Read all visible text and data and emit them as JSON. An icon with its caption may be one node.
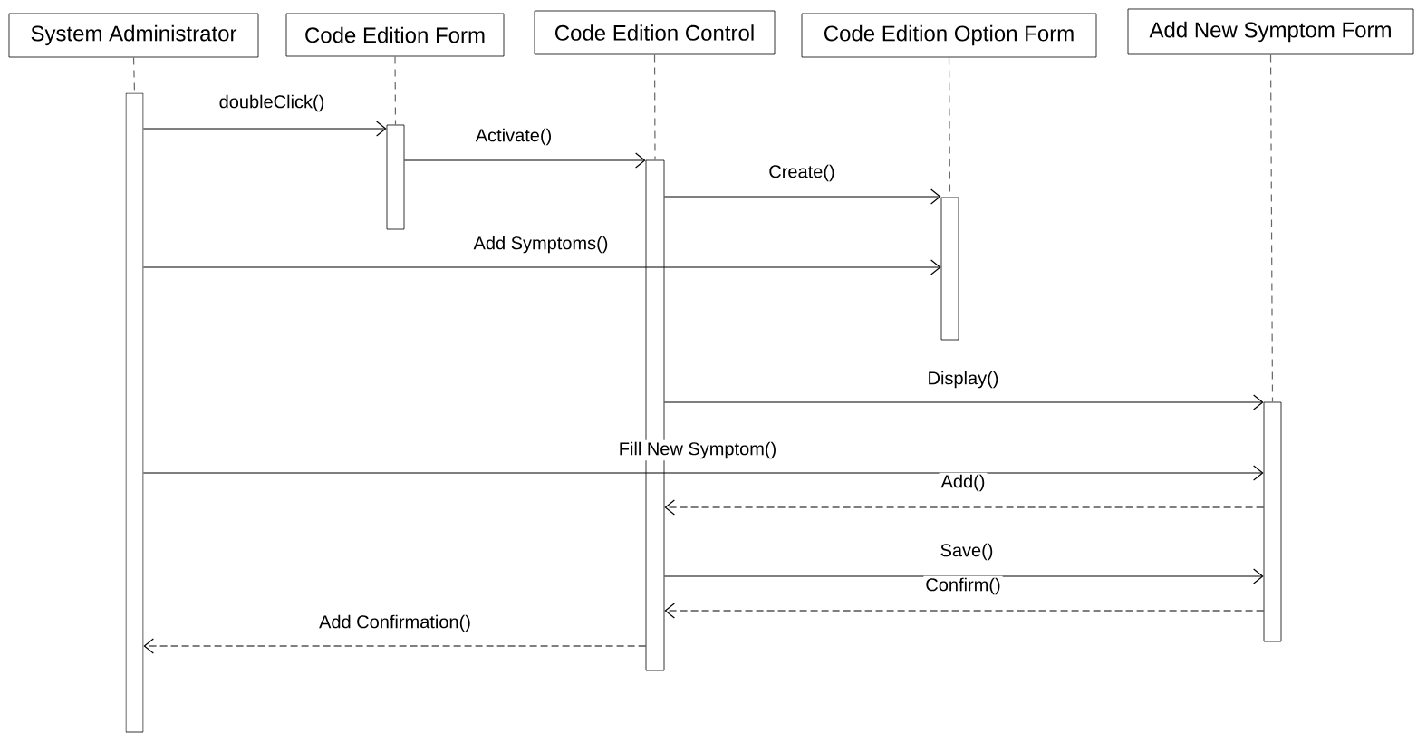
{
  "diagram": {
    "nodes": [
      {
        "text": [
          "System Administrator"
        ]
      },
      {
        "text": [
          "Code Edition Form"
        ]
      },
      {
        "text": [
          "Code Edition Control"
        ]
      },
      {
        "text": [
          "Code Edition Option Form"
        ]
      },
      {
        "text": [
          "Add New Symptom Form"
        ]
      },
      {
        "text": [],
        "shape": "bar"
      },
      {
        "text": [],
        "shape": "bar"
      },
      {
        "text": [],
        "shape": "bar"
      },
      {
        "text": [],
        "shape": "bar"
      },
      {
        "text": [],
        "shape": "bar"
      }
    ],
    "edges": [
      {
        "from": 5,
        "to": 6,
        "arrow": "to",
        "label": "doubleClick()"
      },
      {
        "from": 6,
        "to": 7,
        "arrow": "to",
        "label": "Activate()"
      },
      {
        "from": 7,
        "to": 8,
        "arrow": "to",
        "label": "Create()"
      },
      {
        "from": 5,
        "to": 8,
        "arrow": "to",
        "label": "Add Symptoms()"
      },
      {
        "from": 7,
        "to": 9,
        "arrow": "to",
        "label": "Display()"
      },
      {
        "from": 5,
        "to": 9,
        "arrow": "to",
        "label": "Fill New Symptom()"
      },
      {
        "from": 9,
        "to": 7,
        "arrow": "to",
        "label": "Add()",
        "style": "dashed"
      },
      {
        "from": 7,
        "to": 9,
        "arrow": "to",
        "label": "Save()"
      },
      {
        "from": 9,
        "to": 7,
        "arrow": "to",
        "label": "Confirm()",
        "style": "dashed"
      },
      {
        "from": 7,
        "to": 5,
        "arrow": "to",
        "label": "Add Confirmation()",
        "style": "dashed"
      },
      {
        "from": 0,
        "to": 5,
        "arrow": "none",
        "style": "dashed",
        "color": "#666666"
      },
      {
        "from": 1,
        "to": 6,
        "arrow": "none",
        "style": "dashed",
        "color": "#666666"
      },
      {
        "from": 2,
        "to": 7,
        "arrow": "none",
        "style": "dashed",
        "color": "#666666"
      },
      {
        "from": 3,
        "to": 8,
        "arrow": "none",
        "style": "dashed",
        "color": "#666666"
      },
      {
        "from": 4,
        "to": 9,
        "arrow": "none",
        "style": "dashed",
        "color": "#666666"
      }
    ]
  }
}
